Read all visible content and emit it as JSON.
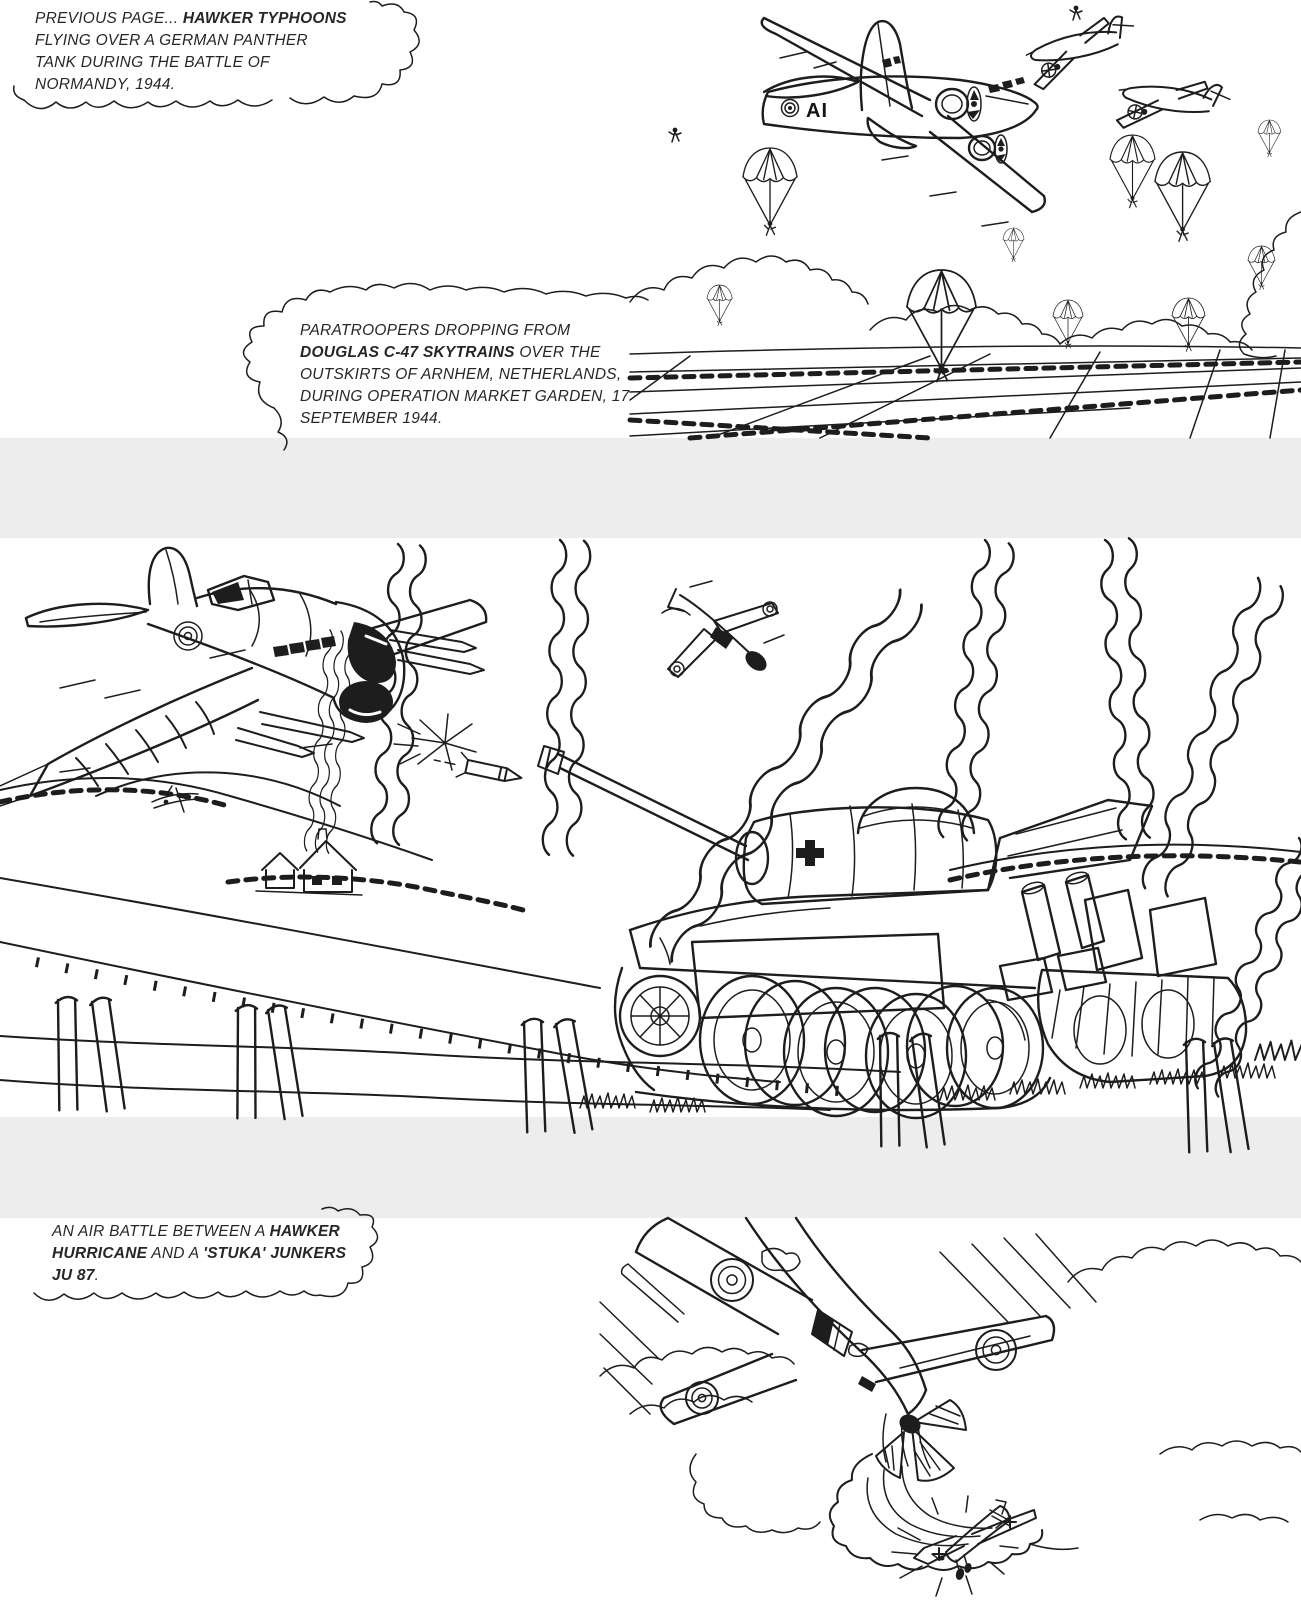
{
  "page": {
    "background": "#ffffff",
    "band_color": "#ededed",
    "ink_color": "#1d1d1d"
  },
  "captions": {
    "previous_page": {
      "part1": "PREVIOUS PAGE... ",
      "bold1": "HAWKER TYPHOONS",
      "part2": " FLYING OVER A GERMAN PANTHER TANK DURING THE BATTLE OF NORMANDY, 1944."
    },
    "paratroopers": {
      "part1": "PARATROOPERS DROPPING FROM ",
      "bold1": "DOUGLAS C-47 SKYTRAINS",
      "part2": " OVER THE OUTSKIRTS OF ARNHEM, NETHERLANDS, DURING OPERATION MARKET GARDEN, 17 SEPTEMBER 1944."
    },
    "air_battle": {
      "part1": "AN AIR BATTLE BETWEEN A ",
      "bold1": "HAWKER HURRICANE",
      "part2": " AND A ",
      "bold2": "'STUKA' JUNKERS JU 87",
      "part3": "."
    }
  },
  "illustrations": {
    "top": {
      "label": "paratroopers-dropping-from-c47-skytrains-line-art",
      "aircraft_marking": "AI"
    },
    "middle": {
      "label": "hawker-typhoons-attacking-panther-tank-line-art"
    },
    "bottom": {
      "label": "hurricane-diving-on-stuka-line-art"
    }
  }
}
